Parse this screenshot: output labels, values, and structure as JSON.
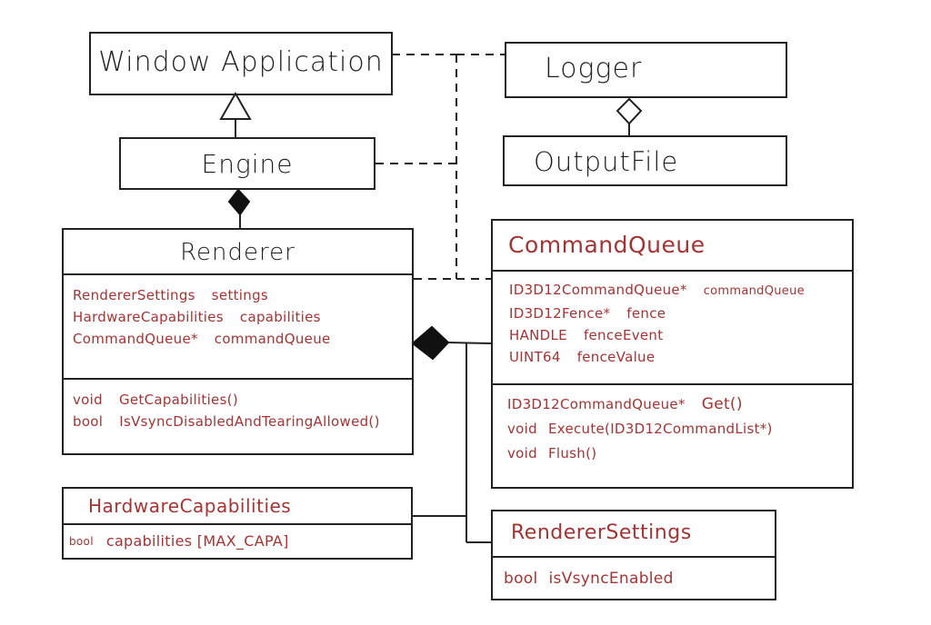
{
  "diagram": {
    "type": "uml-class-diagram",
    "style": "hand-drawn",
    "colors": {
      "outline": "#222222",
      "class_name_black": "#1e1e1e",
      "text_red": "#a33434"
    },
    "classes": {
      "window_application": {
        "name": "Window Application"
      },
      "engine": {
        "name": "Engine"
      },
      "logger": {
        "name": "Logger"
      },
      "output_file": {
        "name": "OutputFile"
      },
      "renderer": {
        "name": "Renderer",
        "attributes": [
          {
            "type": "RendererSettings",
            "name": "settings"
          },
          {
            "type": "HardwareCapabilities",
            "name": "capabilities"
          },
          {
            "type": "CommandQueue*",
            "name": "commandQueue"
          }
        ],
        "methods": [
          {
            "type": "void",
            "name": "GetCapabilities()"
          },
          {
            "type": "bool",
            "name": "IsVsyncDisabledAndTearingAllowed()"
          }
        ]
      },
      "command_queue": {
        "name": "CommandQueue",
        "attributes": [
          {
            "type": "ID3D12CommandQueue*",
            "name": "commandQueue"
          },
          {
            "type": "ID3D12Fence*",
            "name": "fence"
          },
          {
            "type": "HANDLE",
            "name": "fenceEvent"
          },
          {
            "type": "UINT64",
            "name": "fenceValue"
          }
        ],
        "methods": [
          {
            "type": "ID3D12CommandQueue*",
            "name": "Get()"
          },
          {
            "type": "void",
            "name": "Execute(ID3D12CommandList*)"
          },
          {
            "type": "void",
            "name": "Flush()"
          }
        ]
      },
      "hardware_capabilities": {
        "name": "HardwareCapabilities",
        "attributes": [
          {
            "type": "bool",
            "name": "capabilities [MAX_CAPA]"
          }
        ]
      },
      "renderer_settings": {
        "name": "RendererSettings",
        "attributes": [
          {
            "type": "bool",
            "name": "isVsyncEnabled"
          }
        ]
      }
    },
    "relationships": [
      {
        "kind": "inheritance",
        "from": "Engine",
        "to": "Window Application"
      },
      {
        "kind": "composition",
        "whole": "Engine",
        "part": "Renderer"
      },
      {
        "kind": "aggregation",
        "whole": "Logger",
        "part": "OutputFile"
      },
      {
        "kind": "composition",
        "whole": "Renderer",
        "part": "CommandQueue"
      },
      {
        "kind": "composition",
        "whole": "Renderer",
        "part": "HardwareCapabilities"
      },
      {
        "kind": "composition",
        "whole": "Renderer",
        "part": "RendererSettings"
      },
      {
        "kind": "dependency",
        "from": "Window Application",
        "to": "Logger"
      },
      {
        "kind": "dependency",
        "from": "Engine",
        "to": "Logger"
      },
      {
        "kind": "dependency",
        "from": "Renderer",
        "to": "Logger"
      },
      {
        "kind": "dependency",
        "from": "CommandQueue",
        "to": "Logger"
      }
    ]
  }
}
